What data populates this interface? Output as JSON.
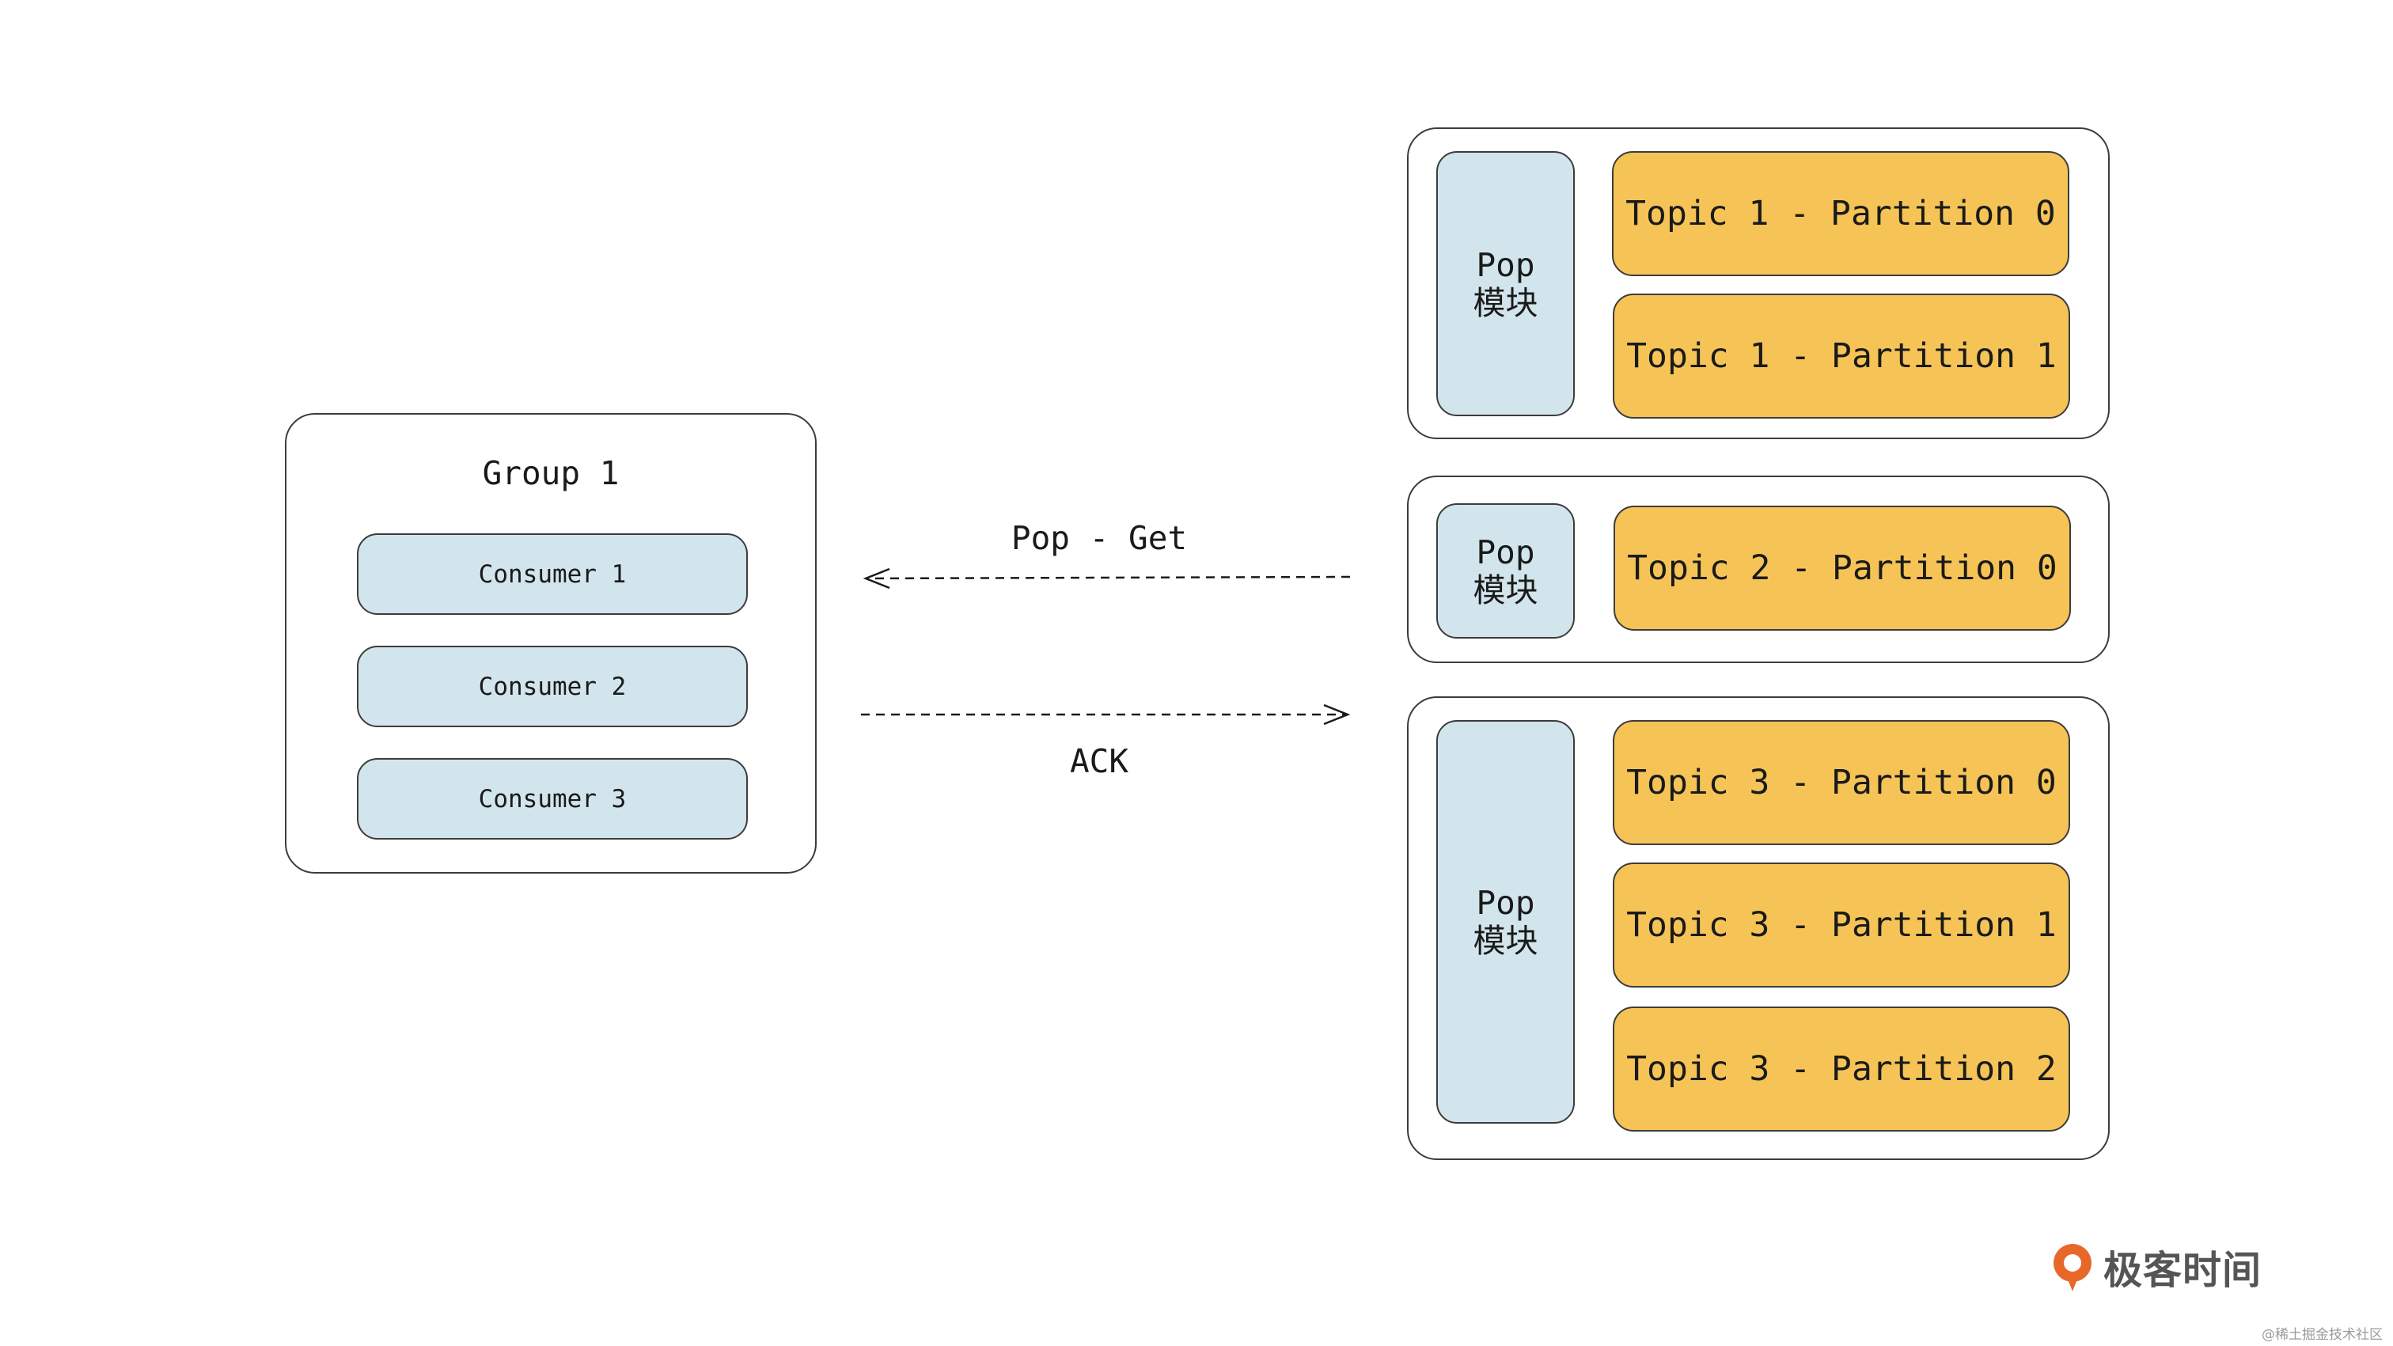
{
  "group": {
    "title": "Group 1",
    "consumers": [
      "Consumer 1",
      "Consumer 2",
      "Consumer 3"
    ]
  },
  "arrows": {
    "pull_label": "Pop - Get",
    "ack_label": "ACK"
  },
  "brokers": [
    {
      "pop_label": "Pop",
      "pop_sub": "模块",
      "partitions": [
        "Topic 1 - Partition 0",
        "Topic 1 - Partition 1"
      ]
    },
    {
      "pop_label": "Pop",
      "pop_sub": "模块",
      "partitions": [
        "Topic 2 - Partition 0"
      ]
    },
    {
      "pop_label": "Pop",
      "pop_sub": "模块",
      "partitions": [
        "Topic 3 - Partition 0",
        "Topic 3 - Partition 1",
        "Topic 3 - Partition 2"
      ]
    }
  ],
  "branding": {
    "logo_text": "极客时间",
    "watermark": "@稀土掘金技术社区"
  },
  "colors": {
    "consumer_fill": "#d3e5ec",
    "pop_fill": "#d3e5ec",
    "partition_fill": "#f6c456",
    "border": "#3c3c3c",
    "logo_accent": "#e8682b"
  }
}
